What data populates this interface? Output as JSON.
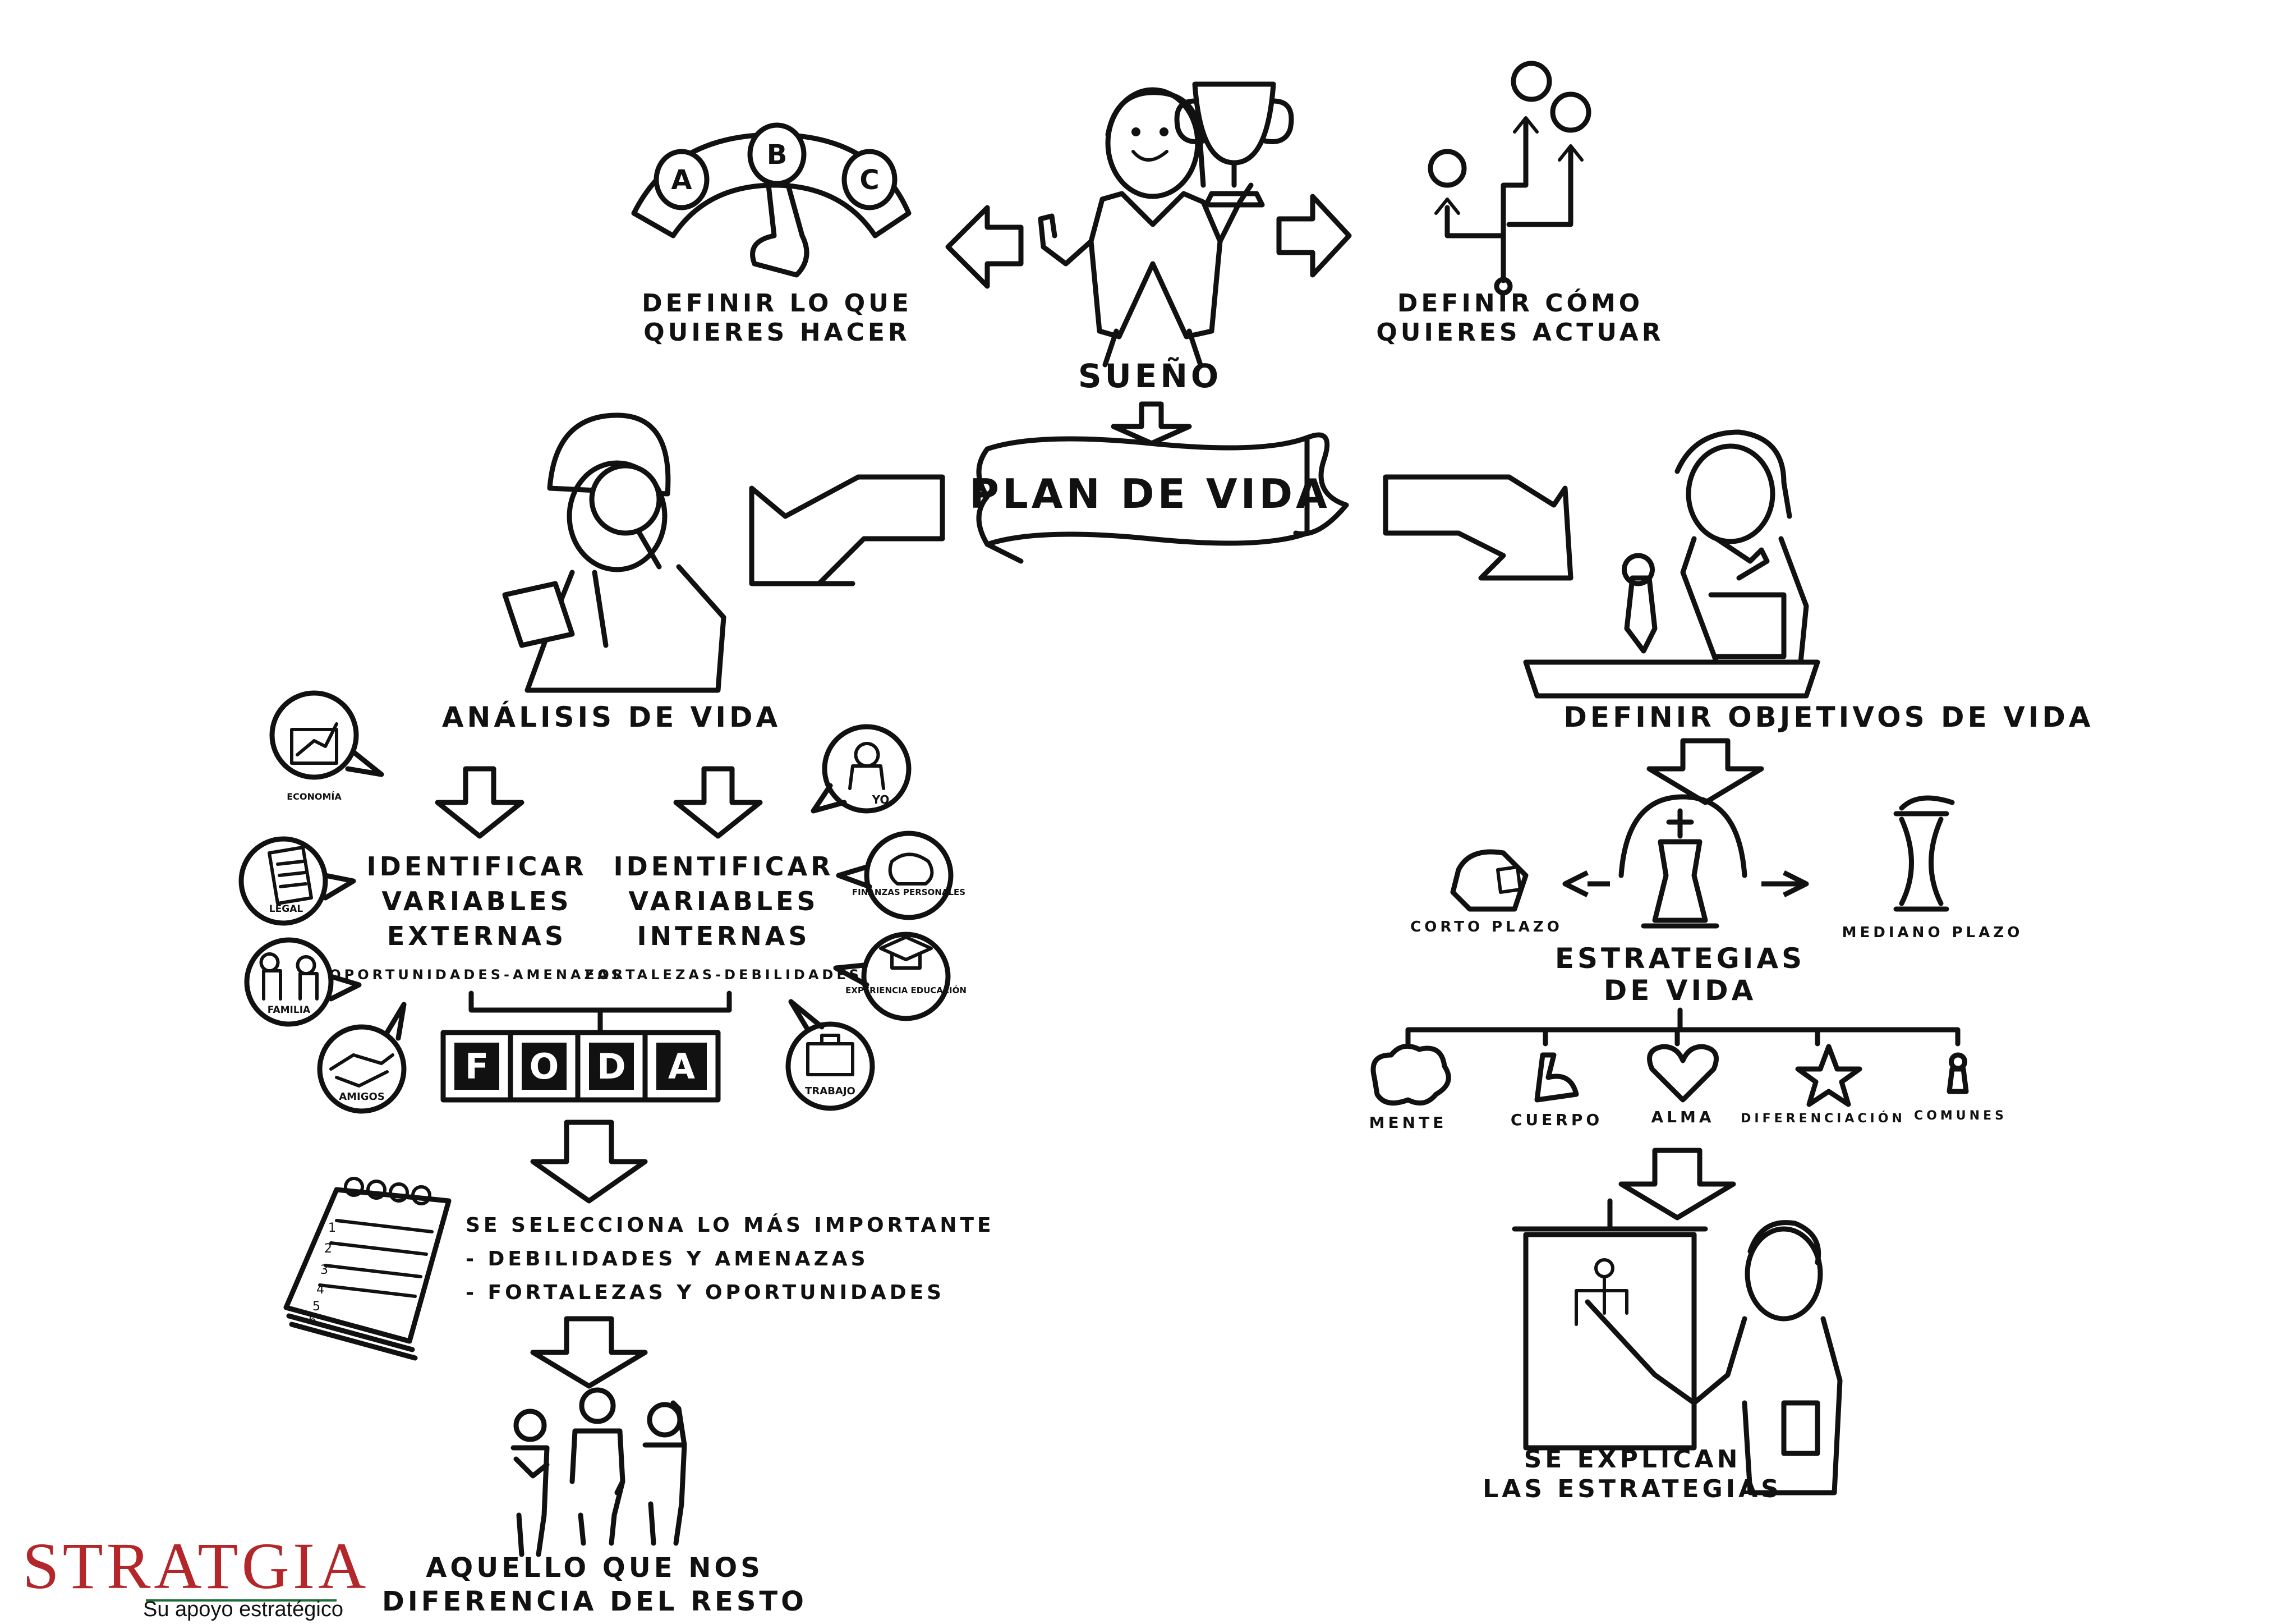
{
  "top": {
    "dream": "SUEÑO",
    "define_what": [
      "DEFINIR LO QUE",
      "QUIERES HACER"
    ],
    "define_how": [
      "DEFINIR CÓMO",
      "QUIERES ACTUAR"
    ],
    "buttons": [
      "A",
      "B",
      "C"
    ]
  },
  "plan": "PLAN DE VIDA",
  "left": {
    "analysis": "ANÁLISIS DE VIDA",
    "external": [
      "IDENTIFICAR",
      "VARIABLES",
      "EXTERNAS"
    ],
    "external_sub": "OPORTUNIDADES-AMENAZAS",
    "internal": [
      "IDENTIFICAR",
      "VARIABLES",
      "INTERNAS"
    ],
    "internal_sub": "FORTALEZAS-DEBILIDADES",
    "bubbles_left": [
      "ECONOMÍA",
      "LEGAL",
      "FAMILIA",
      "AMIGOS"
    ],
    "bubbles_right": [
      "YO",
      "FINANZAS PERSONALES",
      "EXPERIENCIA EDUCACIÓN",
      "TRABAJO"
    ],
    "foda": [
      "F",
      "O",
      "D",
      "A"
    ],
    "select_title": "SE SELECCIONA LO MÁS IMPORTANTE",
    "select_items": [
      "- DEBILIDADES Y AMENAZAS",
      "- FORTALEZAS Y OPORTUNIDADES"
    ],
    "list_numbers": [
      "1",
      "2",
      "3",
      "4",
      "5",
      "6"
    ],
    "difference": [
      "AQUELLO QUE NOS",
      "DIFERENCIA DEL RESTO"
    ]
  },
  "right": {
    "objectives": "DEFINIR OBJETIVOS DE VIDA",
    "short_term": "CORTO PLAZO",
    "medium_term": "MEDIANO PLAZO",
    "strategies": [
      "ESTRATEGIAS",
      "DE VIDA"
    ],
    "branches": [
      "MENTE",
      "CUERPO",
      "ALMA",
      "DIFERENCIACIÓN",
      "COMUNES"
    ],
    "explain": [
      "SE EXPLICAN",
      "LAS ESTRATEGIAS"
    ]
  },
  "logo": {
    "brand": "STRATGIA",
    "tagline": "Su apoyo estratégico",
    "colors": {
      "red": "#b3262a",
      "green": "#1f6b3a",
      "dark": "#2a2a2a"
    }
  }
}
